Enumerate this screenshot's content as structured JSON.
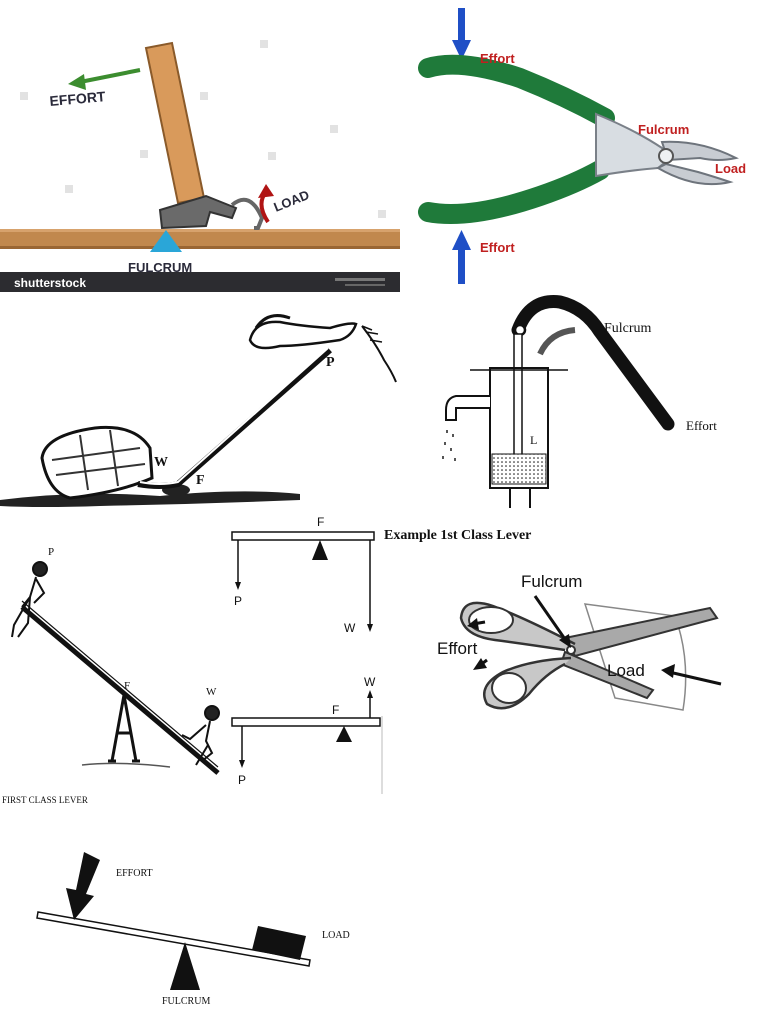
{
  "hammer": {
    "effort": "EFFORT",
    "load": "LOAD",
    "fulcrum": "FULCRUM",
    "brand": "shutterstock"
  },
  "pliers": {
    "effort_top": "Effort",
    "effort_bottom": "Effort",
    "fulcrum": "Fulcrum",
    "load": "Load"
  },
  "crowbar": {
    "p": "P",
    "w": "W",
    "f": "F"
  },
  "pump": {
    "fulcrum": "Fulcrum",
    "effort": "Effort",
    "l": "L"
  },
  "seesaw": {
    "p": "P",
    "f": "F",
    "w": "W",
    "caption": "FIRST CLASS LEVER"
  },
  "beam_top": {
    "title": "Example 1st Class Lever",
    "f": "F",
    "p": "P",
    "w": "W"
  },
  "beam_bottom": {
    "w": "W",
    "f": "F",
    "p": "P"
  },
  "scissors": {
    "fulcrum": "Fulcrum",
    "effort": "Effort",
    "load": "Load"
  },
  "basic": {
    "effort": "EFFORT",
    "load": "LOAD",
    "fulcrum": "FULCRUM"
  }
}
